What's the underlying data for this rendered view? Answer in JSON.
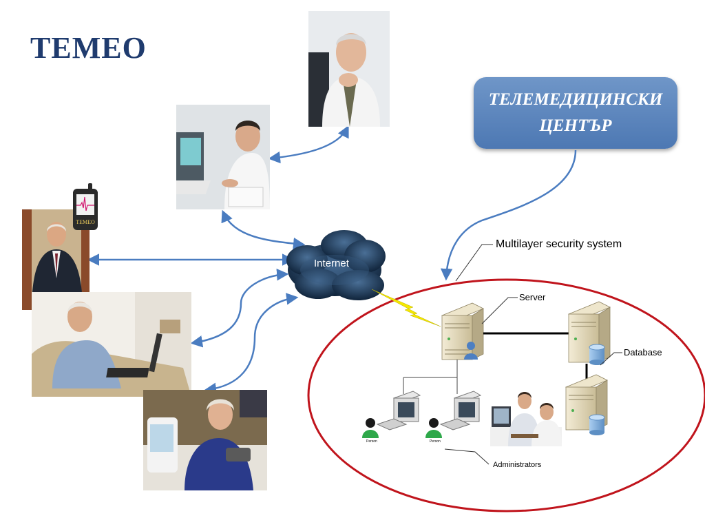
{
  "slide": {
    "title": "TEMEO"
  },
  "center": {
    "line1": "ТЕЛЕМЕДИЦИНСКИ",
    "line2": "ЦЕНТЪР"
  },
  "network": {
    "cloud_label": "Internet",
    "security_label": "Multilayer security system",
    "server_label": "Server",
    "database_label": "Database",
    "administrators_label": "Administrators",
    "person_label": "Person"
  },
  "device": {
    "brand": "TEMEO"
  },
  "colors": {
    "title": "#1f3b6e",
    "box": "#5a82bb",
    "arrow": "#4a7cc0",
    "ellipse": "#c0141c",
    "lightning": "#f5e800",
    "person": "#2ea84a"
  }
}
